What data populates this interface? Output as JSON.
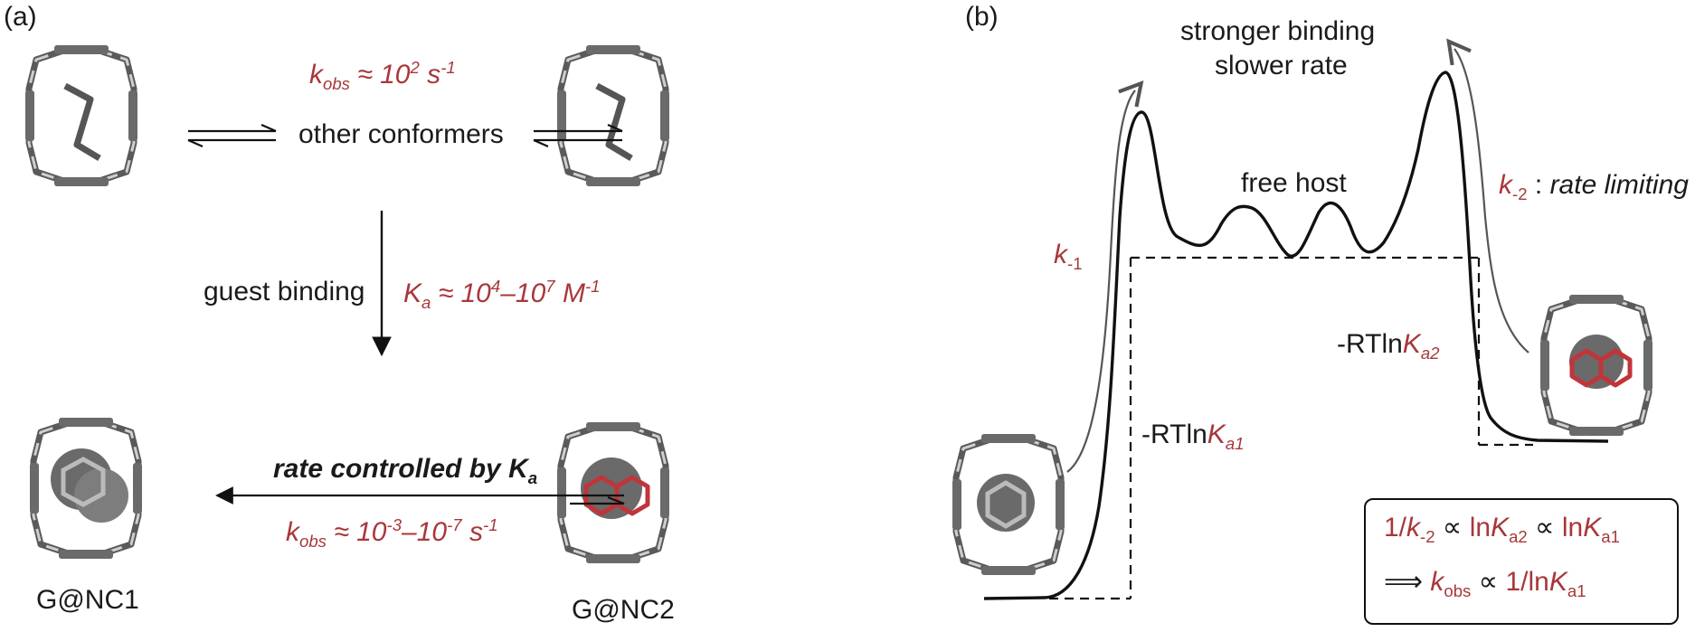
{
  "colors": {
    "accent_red": "#a8373a",
    "host_dark": "#5a5a5a",
    "host_light": "#c8c8c8",
    "guest_red": "#c0353a"
  },
  "panel_a": {
    "label": "(a)",
    "k_obs_top": {
      "sym": "k",
      "sub": "obs",
      "mid": " ≈ 10",
      "sup": "2",
      "tail": " s",
      "tail_sup": "-1"
    },
    "other_conformers": "other conformers",
    "guest_binding": "guest binding",
    "ka": {
      "sym": "K",
      "sub": "a",
      "mid": " ≈ 10",
      "sup1": "4",
      "dash": "–10",
      "sup2": "7",
      "tail": " M",
      "tail_sup": "-1"
    },
    "rate_controlled": {
      "text": "rate controlled by ",
      "sym": "K",
      "sub": "a"
    },
    "k_obs_bottom": {
      "sym": "k",
      "sub": "obs",
      "mid": " ≈ 10",
      "sup1": "-3",
      "dash": "–10",
      "sup2": "-7",
      "tail": " s",
      "tail_sup": "-1"
    },
    "left_complex": "G@NC1",
    "right_complex": "G@NC2"
  },
  "panel_b": {
    "label": "(b)",
    "title_line1": "stronger binding",
    "title_line2": "slower rate",
    "free_host": "free host",
    "k_minus1": {
      "sym": "k",
      "sub": "-1"
    },
    "k_minus2": {
      "sym": "k",
      "sub": "-2",
      "sep": " : ",
      "note": "rate limiting"
    },
    "rtln_ka1": {
      "prefix": "-RTln",
      "sym": "K",
      "sub": "a1"
    },
    "rtln_ka2": {
      "prefix": "-RTln",
      "sym": "K",
      "sub": "a2"
    },
    "eq_line1": {
      "a": "1/",
      "a_sym": "k",
      "a_sub": "-2",
      "prop1": "∝",
      "b": "ln",
      "b_sym": "K",
      "b_sub": "a2",
      "prop2": "∝",
      "c": "ln",
      "c_sym": "K",
      "c_sub": "a1"
    },
    "eq_line2": {
      "arrow": "⟹",
      "a_sym": "k",
      "a_sub": "obs",
      "prop": "∝",
      "b": "1/ln",
      "b_sym": "K",
      "b_sub": "a1"
    }
  }
}
